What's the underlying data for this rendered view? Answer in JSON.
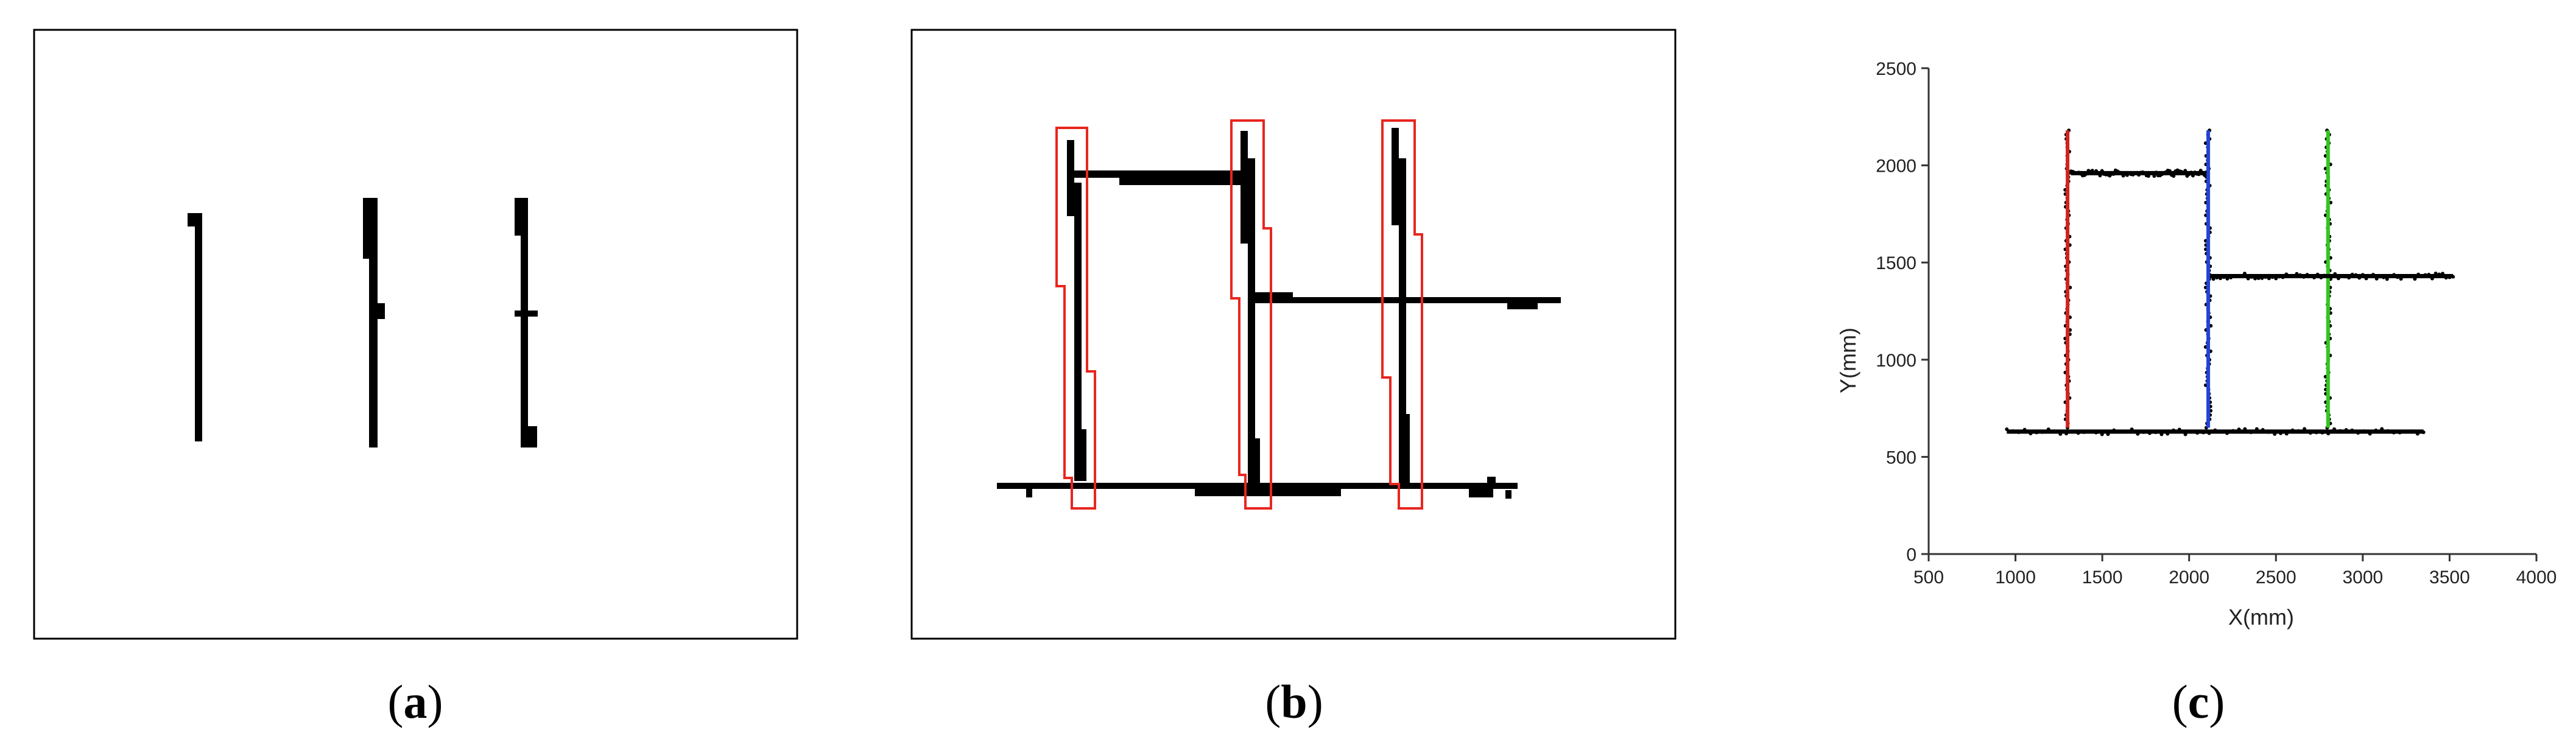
{
  "captions": {
    "a": {
      "open": "(",
      "letter": "a",
      "close": ")"
    },
    "b": {
      "open": "(",
      "letter": "b",
      "close": ")"
    },
    "c": {
      "open": "(",
      "letter": "c",
      "close": ")"
    }
  },
  "colors": {
    "line": "#000000",
    "highlight_box": "#e8261f",
    "series_red": "#d2231f",
    "series_blue": "#2343d6",
    "series_green": "#34c51f"
  },
  "chart_data": {
    "type": "scatter",
    "xlabel": "X(mm)",
    "ylabel": "Y(mm)",
    "xlim": [
      500,
      4000
    ],
    "ylim": [
      0,
      2500
    ],
    "xticks": [
      500,
      1000,
      1500,
      2000,
      2500,
      3000,
      3500,
      4000
    ],
    "yticks": [
      0,
      500,
      1000,
      1500,
      2000,
      2500
    ],
    "grid": false,
    "series": [
      {
        "color": "#d2231f",
        "points": [
          [
            1300,
            650
          ],
          [
            1300,
            2180
          ]
        ]
      },
      {
        "color": "#2343d6",
        "points": [
          [
            2110,
            650
          ],
          [
            2110,
            2180
          ]
        ]
      },
      {
        "color": "#34c51f",
        "points": [
          [
            2800,
            650
          ],
          [
            2800,
            2180
          ]
        ]
      },
      {
        "color": "#000000",
        "points": [
          [
            950,
            630
          ],
          [
            3350,
            630
          ]
        ]
      },
      {
        "color": "#000000",
        "points": [
          [
            1320,
            1960
          ],
          [
            2100,
            1960
          ]
        ]
      },
      {
        "color": "#000000",
        "points": [
          [
            2120,
            1430
          ],
          [
            3520,
            1430
          ]
        ]
      }
    ]
  }
}
